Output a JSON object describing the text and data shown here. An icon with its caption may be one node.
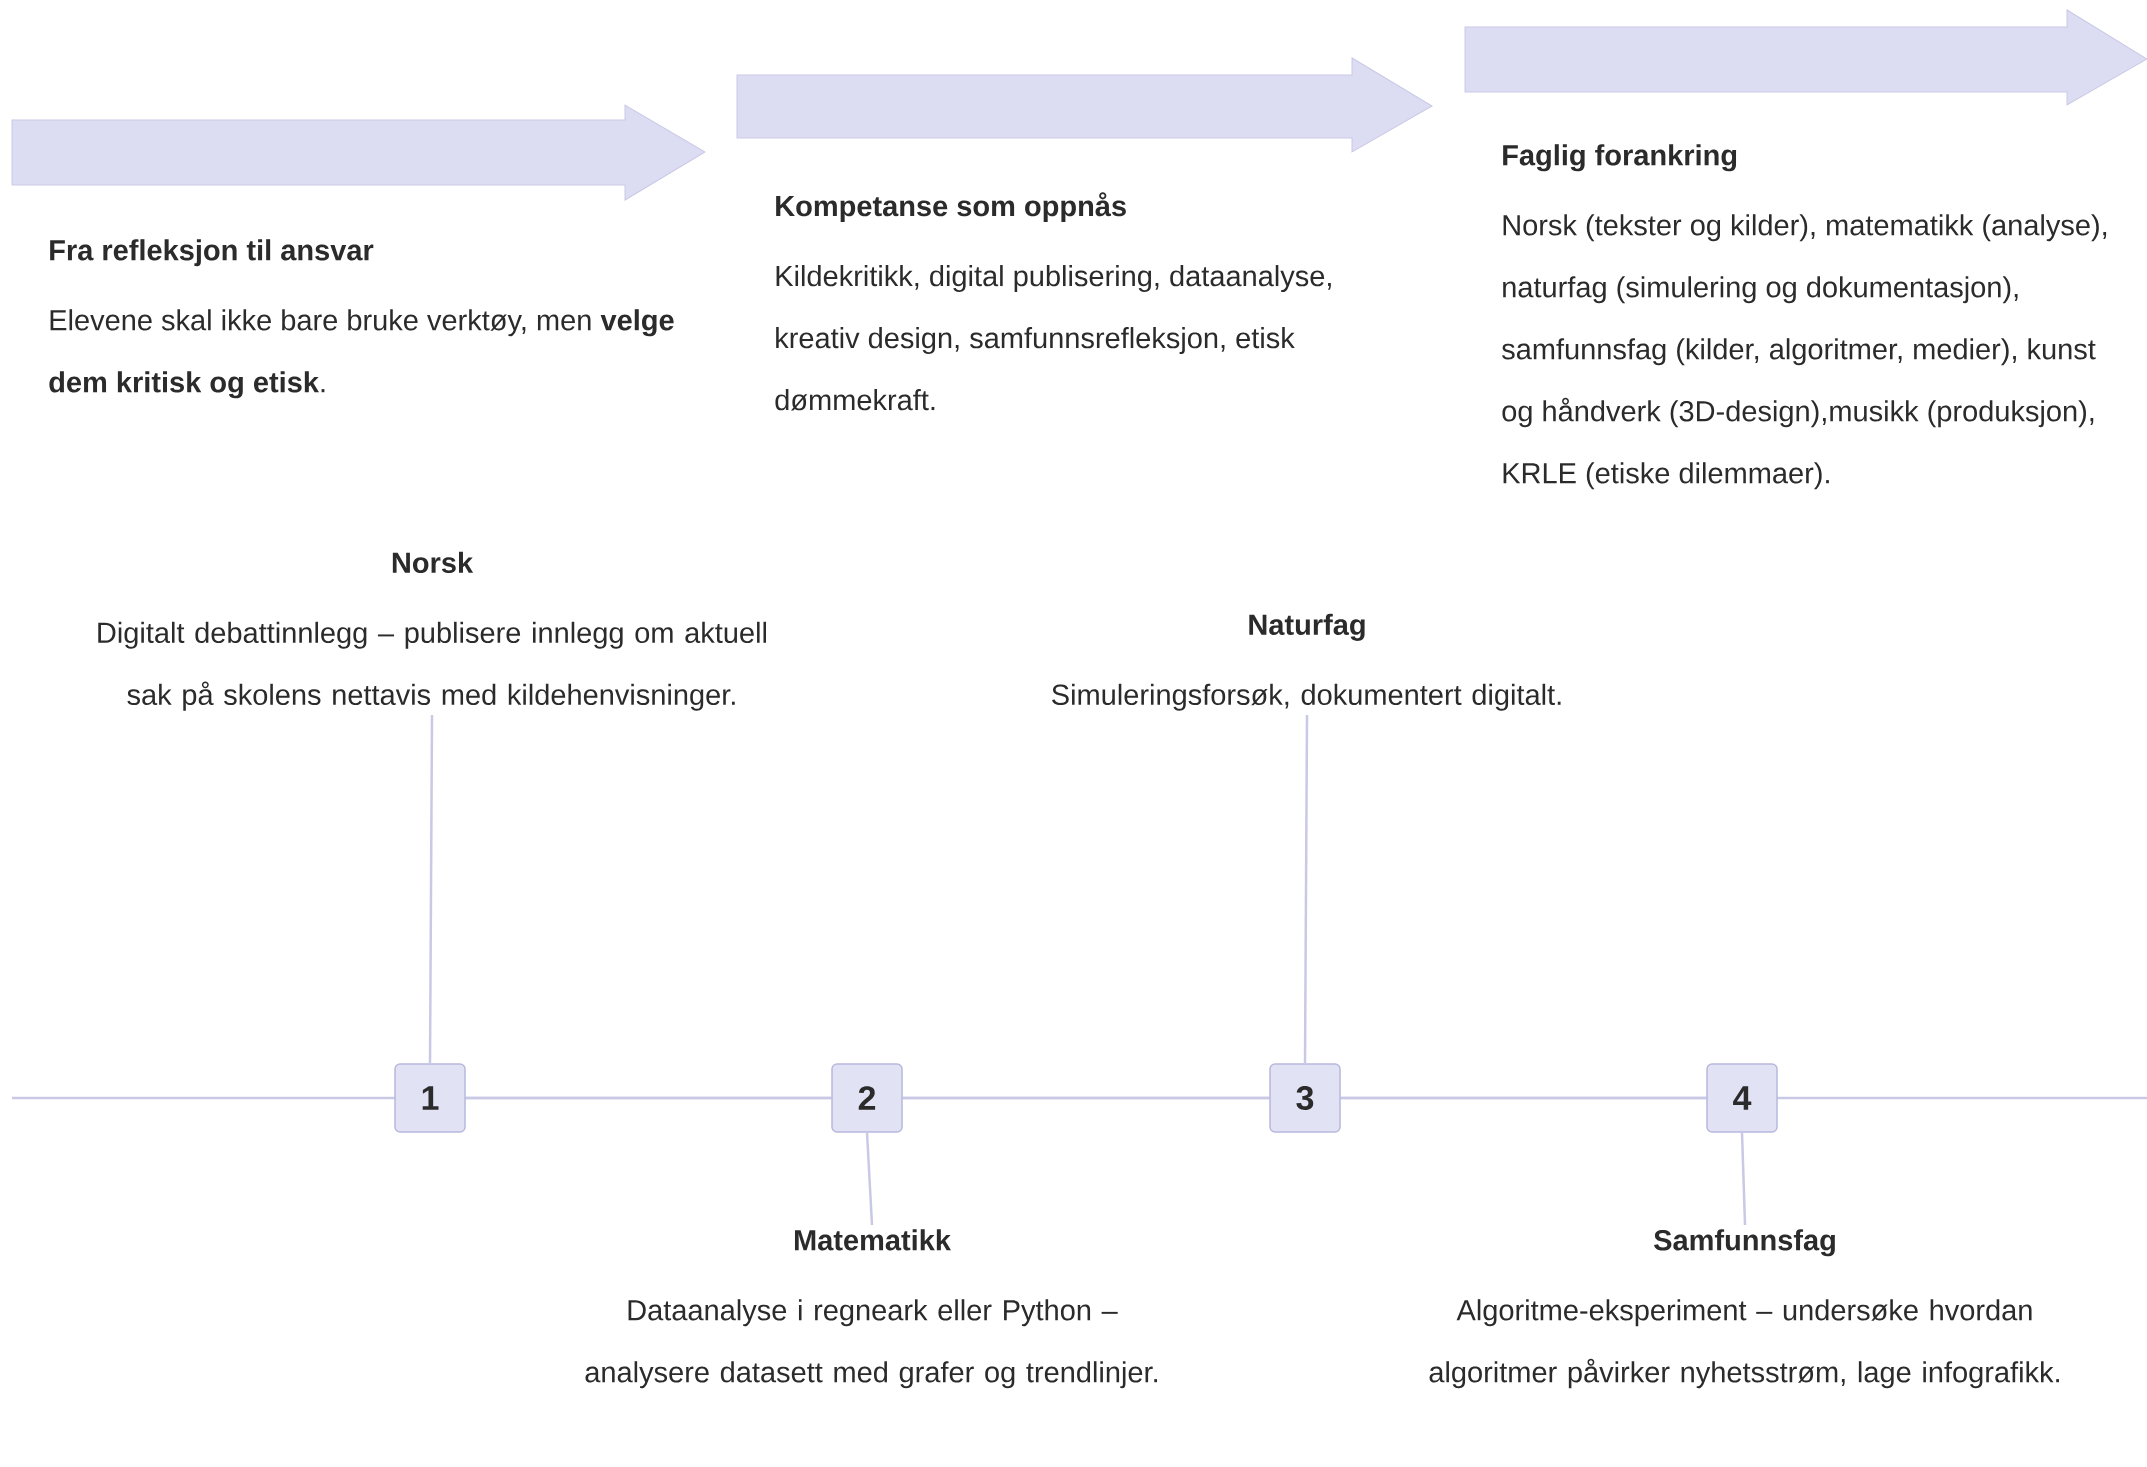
{
  "diagram": {
    "nodes": [
      {
        "text": [
          "Fra refleksjon til ansvar",
          "Elevene skal ikke bare bruke verktøy, men **velge dem kritisk og etisk**."
        ]
      },
      {
        "text": [
          "Kompetanse som oppnås",
          "Kildekritikk, digital publisering, dataanalyse, kreativ design, samfunnsrefleksjon, etisk dømmekraft."
        ]
      },
      {
        "text": [
          "Faglig forankring",
          "Norsk (tekster og kilder), matematikk (analyse), naturfag (simulering og dokumentasjon), samfunnsfag (kilder, algoritmer, medier), kunst og håndverk (3D-design),musikk (produksjon), KRLE (etiske dilemmaer)."
        ]
      },
      {
        "text": [
          "Norsk",
          "Digitalt debattinnlegg – publisere innlegg om aktuell sak på skolens nettavis med kildehenvisninger."
        ]
      },
      {
        "text": [
          "Naturfag",
          "Simuleringsforsøk, dokumentert digitalt."
        ]
      },
      {
        "text": [
          "1"
        ]
      },
      {
        "text": [
          "2"
        ]
      },
      {
        "text": [
          "3"
        ]
      },
      {
        "text": [
          "4"
        ]
      },
      {
        "text": [
          "Matematikk",
          "Dataanalyse i regneark eller Python – analysere datasett med grafer og trendlinjer."
        ]
      },
      {
        "text": [
          "Samfunnsfag",
          "Algoritme-eksperiment – undersøke hvordan algoritmer påvirker nyhetsstrøm, lage infografikk."
        ]
      }
    ],
    "edges": [
      {
        "from": 5,
        "to": 6,
        "arrow": "none"
      },
      {
        "from": 6,
        "to": 7,
        "arrow": "none"
      },
      {
        "from": 7,
        "to": 8,
        "arrow": "none"
      },
      {
        "from": 3,
        "to": 5,
        "arrow": "none"
      },
      {
        "from": 4,
        "to": 7,
        "arrow": "none"
      },
      {
        "from": 9,
        "to": 6,
        "arrow": "none"
      },
      {
        "from": 10,
        "to": 8,
        "arrow": "none"
      }
    ]
  }
}
